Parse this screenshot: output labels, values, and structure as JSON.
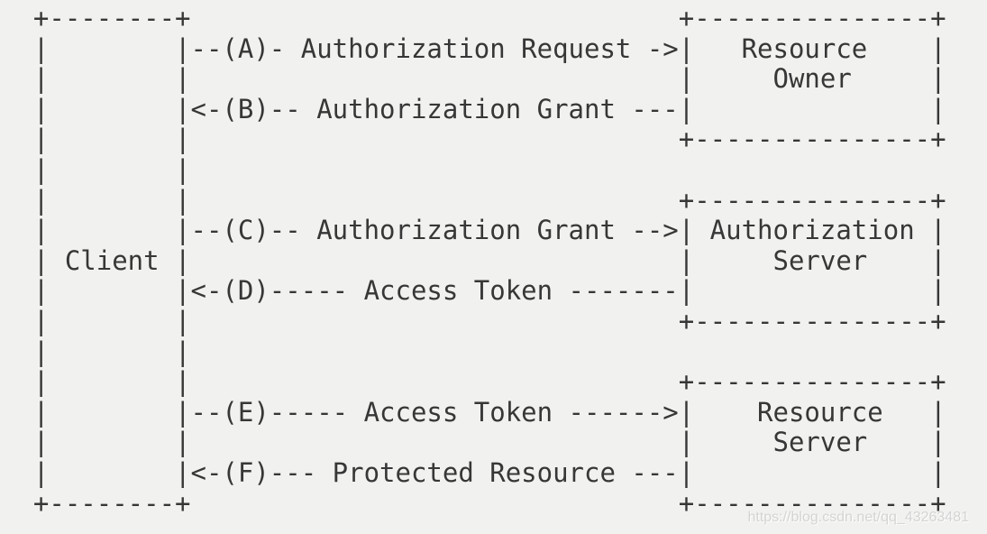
{
  "colors": {
    "background": "#f1f1ef",
    "diagram_text": "#373737",
    "watermark_text": "#d4d4d4"
  },
  "diagram": {
    "type": "ascii-art-flow-diagram",
    "lines": [
      "  +--------+                               +---------------+",
      "  |        |--(A)- Authorization Request ->|   Resource    |",
      "  |        |                               |     Owner     |",
      "  |        |<-(B)-- Authorization Grant ---|               |",
      "  |        |                               +---------------+",
      "  |        |",
      "  |        |                               +---------------+",
      "  |        |--(C)-- Authorization Grant -->| Authorization |",
      "  | Client |                               |     Server    |",
      "  |        |<-(D)----- Access Token -------|               |",
      "  |        |                               +---------------+",
      "  |        |",
      "  |        |                               +---------------+",
      "  |        |--(E)----- Access Token ------>|    Resource   |",
      "  |        |                               |     Server    |",
      "  |        |<-(F)--- Protected Resource ---|               |",
      "  +--------+                               +---------------+"
    ],
    "entities": [
      "Client",
      "Resource Owner",
      "Authorization Server",
      "Resource Server"
    ],
    "flows": [
      {
        "step": "A",
        "label": "Authorization Request",
        "from": "Client",
        "to": "Resource Owner"
      },
      {
        "step": "B",
        "label": "Authorization Grant",
        "from": "Resource Owner",
        "to": "Client"
      },
      {
        "step": "C",
        "label": "Authorization Grant",
        "from": "Client",
        "to": "Authorization Server"
      },
      {
        "step": "D",
        "label": "Access Token",
        "from": "Authorization Server",
        "to": "Client"
      },
      {
        "step": "E",
        "label": "Access Token",
        "from": "Client",
        "to": "Resource Server"
      },
      {
        "step": "F",
        "label": "Protected Resource",
        "from": "Resource Server",
        "to": "Client"
      }
    ]
  },
  "watermark": {
    "text": "https://blog.csdn.net/qq_43263481"
  }
}
